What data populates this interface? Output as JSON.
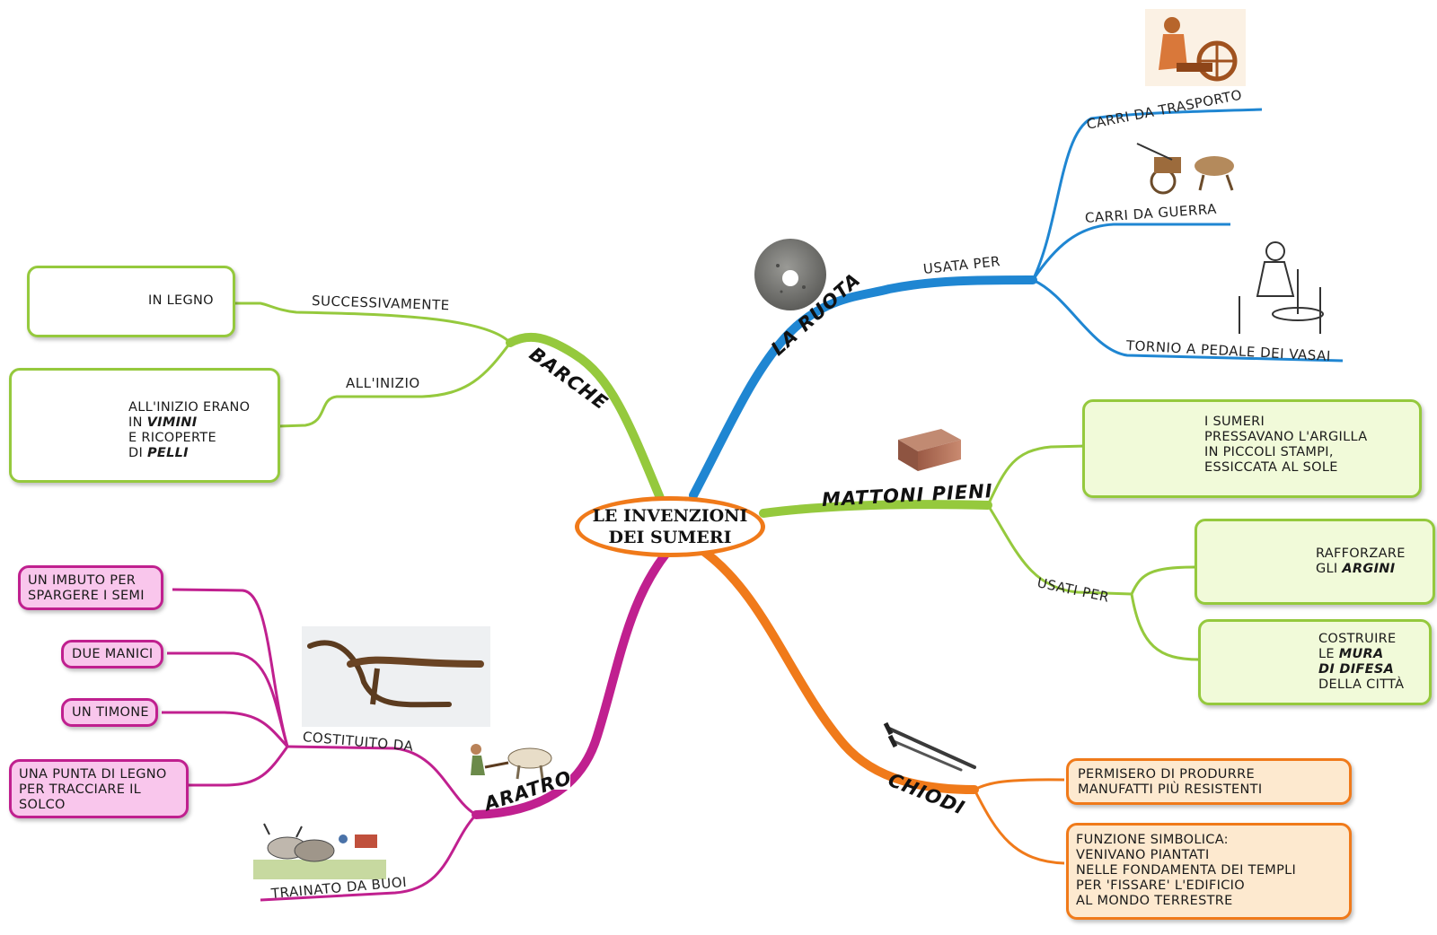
{
  "center": {
    "line1": "LE INVENZIONI",
    "line2": "DEI SUMERI"
  },
  "colors": {
    "ruota": "#1f86d2",
    "mattoni": "#95c93d",
    "barche": "#95c93d",
    "aratro": "#c0208f",
    "chiodi": "#f07a1a"
  },
  "ruota": {
    "title": "LA RUOTA",
    "link": "USATA PER",
    "items": [
      "CARRI DA TRASPORTO",
      "CARRI DA GUERRA",
      "TORNIO A PEDALE DEI VASAI"
    ]
  },
  "mattoni": {
    "title": "MATTONI PIENI",
    "desc": [
      "I SUMERI",
      "PRESSAVANO L'ARGILLA",
      "IN PICCOLI STAMPI,",
      "ESSICCATA AL SOLE"
    ],
    "link": "USATI PER",
    "use1": {
      "l1": "RAFFORZARE",
      "l2a": "GLI ",
      "l2b": "ARGINI"
    },
    "use2": {
      "l1": "COSTRUIRE",
      "l2a": "LE ",
      "l2b": "MURA",
      "l3": "DI DIFESA",
      "l4": "DELLA CITTÀ"
    }
  },
  "barche": {
    "title": "BARCHE",
    "link1": "SUCCESSIVAMENTE",
    "box1": "IN LEGNO",
    "link2": "ALL'INIZIO",
    "box2": {
      "l1": "ALL'INIZIO ERANO",
      "l2a": "IN ",
      "l2b": "VIMINI",
      "l3": "E RICOPERTE",
      "l4a": "DI ",
      "l4b": "PELLI"
    }
  },
  "aratro": {
    "title": "ARATRO",
    "link1": "COSTITUITO DA",
    "parts": [
      [
        "UN IMBUTO PER",
        "SPARGERE I SEMI"
      ],
      [
        "DUE MANICI"
      ],
      [
        "UN TIMONE"
      ],
      [
        "UNA PUNTA DI LEGNO",
        "PER TRACCIARE IL",
        "SOLCO"
      ]
    ],
    "link2": "TRAINATO DA BUOI"
  },
  "chiodi": {
    "title": "CHIODI",
    "box1": [
      "PERMISERO DI PRODURRE",
      "MANUFATTI PIÙ RESISTENTI"
    ],
    "box2": [
      "FUNZIONE SIMBOLICA:",
      "VENIVANO PIANTATI",
      "NELLE FONDAMENTA DEI TEMPLI",
      "PER 'FISSARE' L'EDIFICIO",
      "AL MONDO TERRESTRE"
    ]
  }
}
